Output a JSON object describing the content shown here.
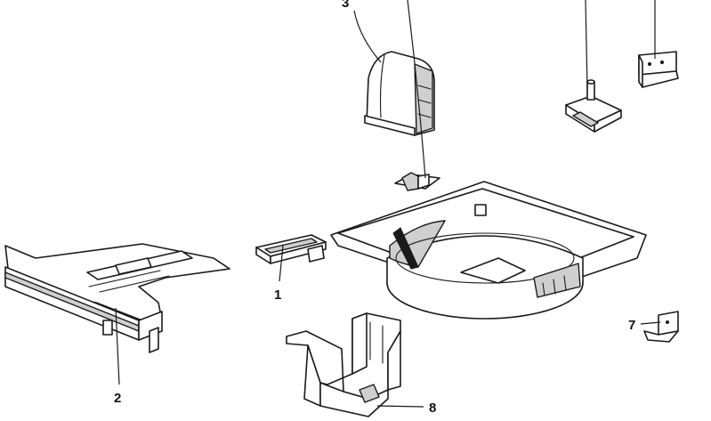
{
  "diagram": {
    "callouts": [
      {
        "id": "c1",
        "label": "1"
      },
      {
        "id": "c2",
        "label": "2"
      },
      {
        "id": "c3",
        "label": "3"
      },
      {
        "id": "c7",
        "label": "7"
      },
      {
        "id": "c8",
        "label": "8"
      }
    ]
  },
  "colors": {
    "line": "#1a1a1a",
    "background": "#ffffff",
    "shade": "#cfcfcf"
  }
}
